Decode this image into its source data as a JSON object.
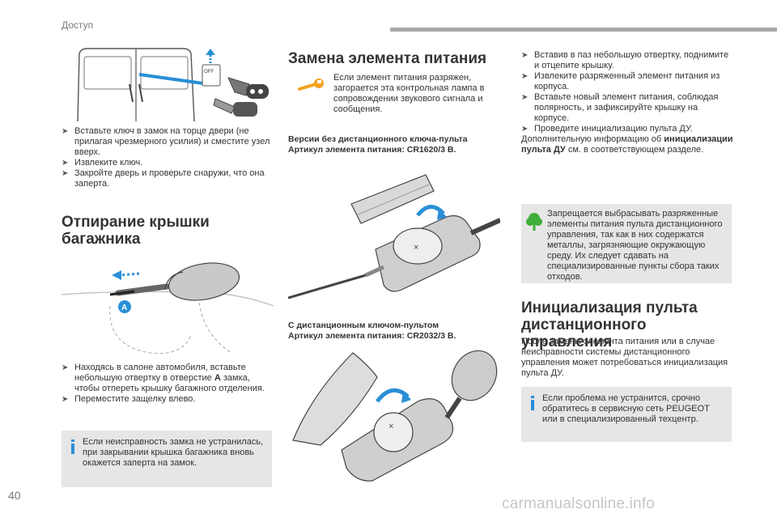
{
  "header": {
    "section": "Доступ"
  },
  "footer": {
    "page_number": "40",
    "watermark": "carmanualsonline.info"
  },
  "col1": {
    "bullets_top": [
      "Вставьте ключ в замок на торце двери (не прилагая чрезмерного усилия) и сместите узел вверх.",
      "Извлеките ключ.",
      "Закройте дверь и проверьте снаружи, что она заперта."
    ],
    "heading": "Отпирание крышки багажника",
    "heading_line1": "Отпирание крышки",
    "heading_line2": "багажника",
    "image_label": "A",
    "bullet_a_line1": "Находясь в салоне автомобиля, вставьте",
    "bullet_a_line2": "небольшую отвертку в отверстие",
    "bullet_a_ref": "A",
    "bullet_a_rest": "замка, чтобы отпереть крышку багажного отделения.",
    "bullet_b": "Переместите защелку влево.",
    "info": "Если неисправность замка не устранилась, при закрывании крышка багажника вновь окажется заперта на замок."
  },
  "col2": {
    "heading": "Замена элемента питания",
    "note": "Если элемент питания разряжен, загорается эта контрольная лампа в сопровождении звукового сигнала и сообщения.",
    "sub1_line1": "Версии без дистанционного ключа-пульта",
    "sub1_line2": "Артикул элемента питания: CR1620/3 В.",
    "sub2_line1": "С дистанционным ключом-пультом",
    "sub2_line2": "Артикул элемента питания: CR2032/3 В."
  },
  "col3": {
    "bullets": [
      "Вставив в паз небольшую отвертку, поднимите и отцепите крышку.",
      "Извлеките разряженный элемент питания из корпуса.",
      "Вставьте новый элемент питания, соблюдая полярность, и зафиксируйте крышку на корпусе.",
      "Проведите инициализацию пульта ДУ."
    ],
    "more_prefix": "Дополнительную информацию об",
    "more_bold": "инициализации пульта ДУ",
    "more_suffix": "см. в соответствующем разделе.",
    "eco_note": "Запрещается выбрасывать разряженные элементы питания пульта дистанционного управления, так как в них содержатся металлы, загрязняющие окружающую среду. Их следует сдавать на специализированные пункты сбора таких отходов.",
    "heading_line1": "Инициализация пульта",
    "heading_line2": "дистанционного управления",
    "body": "После замены элемента питания или в случае неисправности системы дистанционного управления может потребоваться инициализация пульта ДУ.",
    "info": "Если проблема не устранится, срочно обратитесь в сервисную сеть PEUGEOT или в специализированный техцентр."
  },
  "figures": {
    "lock_label": "OFF",
    "battery_symbol": "×"
  },
  "colors": {
    "accent_blue": "#2a8fd6",
    "warning_orange": "#f2a31f",
    "eco_green": "#3fae3a",
    "box_grey": "#e6e6e6"
  },
  "icons": {
    "bullet": "arrow-bullet-icon",
    "info": "info-icon",
    "warning": "wrench-warning-icon",
    "eco": "tree-eco-icon"
  }
}
